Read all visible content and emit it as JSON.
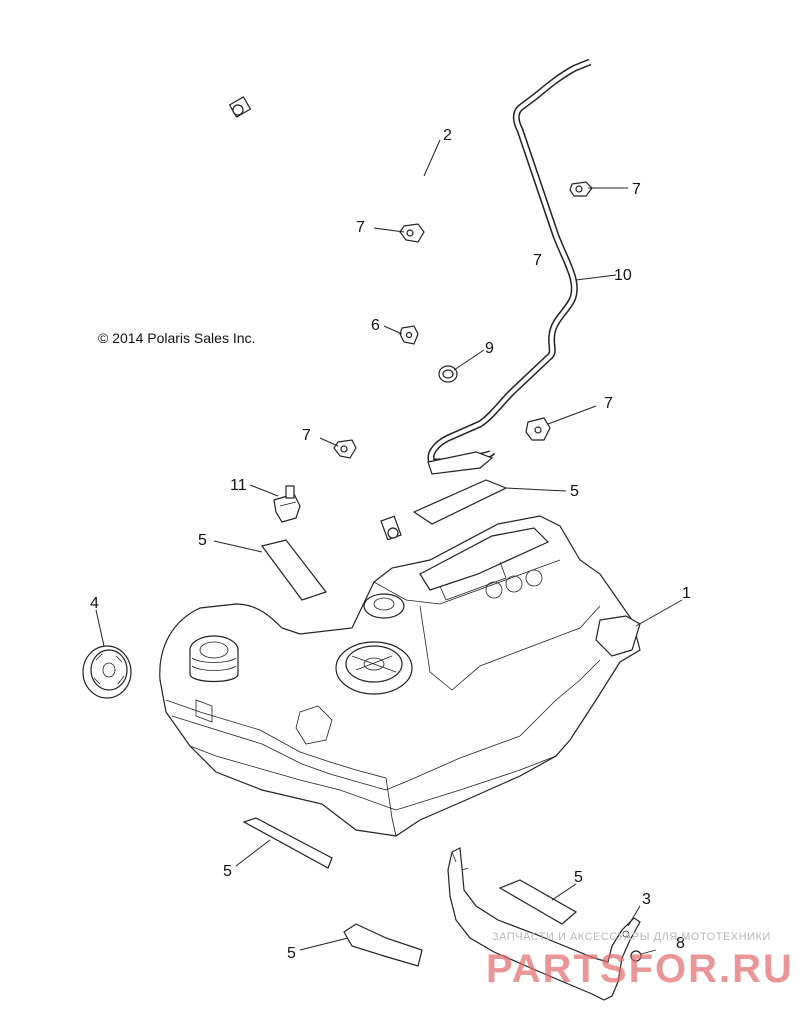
{
  "copyright": "© 2014 Polaris Sales Inc.",
  "callouts": {
    "c1": "1",
    "c2": "2",
    "c3": "3",
    "c4": "4",
    "c5a": "5",
    "c5b": "5",
    "c5c": "5",
    "c5d": "5",
    "c5e": "5",
    "c6": "6",
    "c7a": "7",
    "c7b": "7",
    "c7c": "7",
    "c7d": "7",
    "c7e": "7",
    "c8": "8",
    "c9": "9",
    "c10": "10",
    "c11": "11"
  },
  "watermark": {
    "tagline": "ЗАПЧАСТИ И АКСЕССУАРЫ ДЛЯ МОТОТЕХНИКИ",
    "brand": "PARTSFOR.RU"
  }
}
